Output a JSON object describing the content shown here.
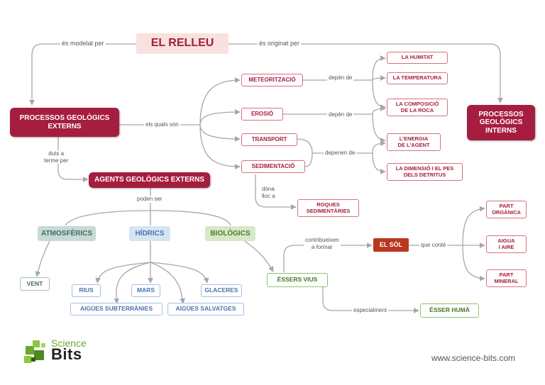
{
  "title": "EL RELLEU",
  "nodes": {
    "externs": "PROCESSOS GEOLÒGICS\nEXTERNS",
    "interns": "PROCESSOS\nGEOLÒGICS\nINTERNS",
    "meteoritzacio": "METEORITZACIÓ",
    "erosio": "EROSIÓ",
    "transport": "TRANSPORT",
    "sedimentacio": "SEDIMENTACIÓ",
    "humitat": "LA HUMITAT",
    "temperatura": "LA TEMPERATURA",
    "composicio": "LA COMPOSICIÓ\nDE LA ROCA",
    "energia": "L'ENERGIA\nDE L'AGENT",
    "dimensio": "LA DIMENSIÓ I EL PES\nDELS DETRITUS",
    "roques": "ROQUES\nSEDIMENTÀRIES",
    "agents": "AGENTS GEOLÒGICS EXTERNS",
    "atmosferics": "ATMOSFÈRICS",
    "hidrics": "HÍDRICS",
    "biologics": "BIOLÒGICS",
    "vent": "VENT",
    "rius": "RIUS",
    "mars": "MARS",
    "glaceres": "GLACERES",
    "subterranies": "AIGÜES SUBTERRÀNIES",
    "salvatges": "AIGÜES SALVATGES",
    "essers": "ÉSSERS VIUS",
    "sol": "EL SÒL",
    "huma": "ÉSSER HUMÀ",
    "organica": "PART\nORGÀNICA",
    "aigua": "AIGUA\nI AIRE",
    "mineral": "PART\nMINERAL"
  },
  "labels": {
    "modelat": "és modelat per",
    "originat": "és originat per",
    "quals": "els quals són",
    "depen1": "depèn de",
    "depen2": "depèn de",
    "depenen": "depenen de",
    "duts": "duts a\nterme  per",
    "poden": "poden ser",
    "dona": "dóna\nlloc a",
    "contribueixen": "contribueixen\na formar",
    "conte": "que conté",
    "especialment": "especialment"
  },
  "footer": {
    "logo_top": "Science",
    "logo_bottom": "Bits",
    "url": "www.science-bits.com"
  },
  "colors": {
    "connector": "#a7a7a7",
    "accent": "#a51d3f",
    "logo_green": "#6aa72e"
  }
}
